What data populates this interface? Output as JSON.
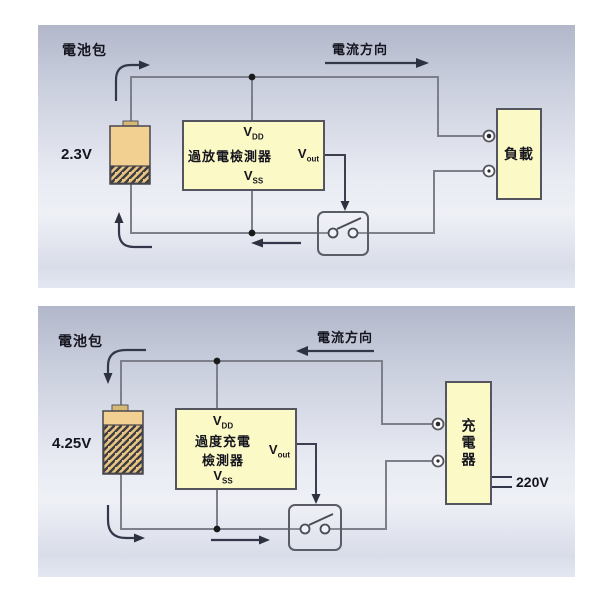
{
  "panels": [
    {
      "name": "over-discharge-protection",
      "battery_pack_label": "電池包",
      "battery_voltage": "2.3V",
      "current_direction_label": "電流方向",
      "detector": {
        "title": "過放電檢測器",
        "pins": {
          "vdd": {
            "base": "V",
            "sub": "DD"
          },
          "vout": {
            "base": "V",
            "sub": "out"
          },
          "vss": {
            "base": "V",
            "sub": "SS"
          }
        }
      },
      "right_box_label": "負載"
    },
    {
      "name": "over-charge-protection",
      "battery_pack_label": "電池包",
      "battery_voltage": "4.25V",
      "current_direction_label": "電流方向",
      "detector": {
        "title_line1": "過度充電",
        "title_line2": "檢測器",
        "pins": {
          "vdd": {
            "base": "V",
            "sub": "DD"
          },
          "vout": {
            "base": "V",
            "sub": "out"
          },
          "vss": {
            "base": "V",
            "sub": "SS"
          }
        }
      },
      "right_box_label": "充電器",
      "mains_label": "220V"
    }
  ],
  "colors": {
    "box_fill": "#fbf9c5",
    "battery_fill": "#f2d092",
    "battery_cap": "#d8b875",
    "wire": "#7d7f8b",
    "annotation": "#34374a",
    "text": "#15151f"
  }
}
